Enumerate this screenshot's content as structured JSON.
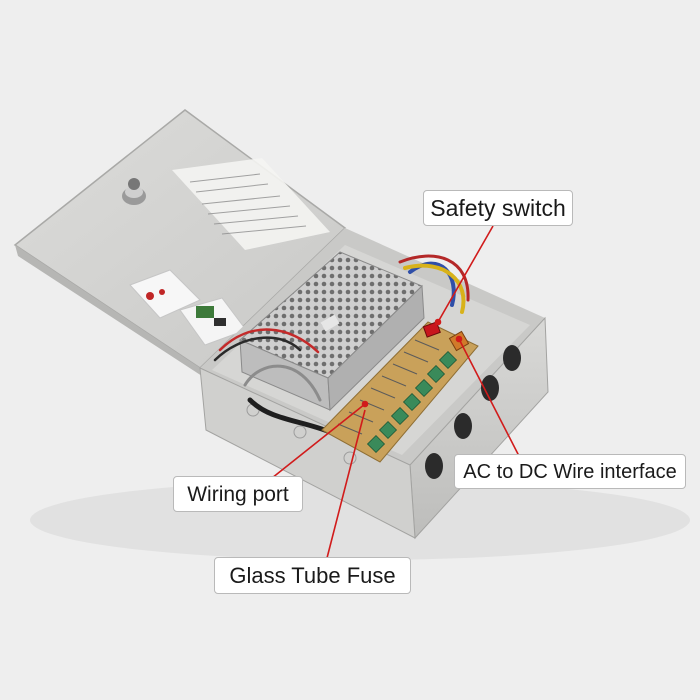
{
  "callouts": {
    "safety_switch": "Safety switch",
    "ac_dc_interface": "AC to DC Wire interface",
    "wiring_port": "Wiring port",
    "glass_tube_fuse": "Glass Tube Fuse"
  },
  "colors": {
    "background": "#eeeeee",
    "enclosure": "#d4d4d2",
    "pointer_line": "#d11b1b",
    "circuit_board": "#c9a15a",
    "terminal_blocks": "#3a8a5a",
    "switch": "#c8161d"
  }
}
